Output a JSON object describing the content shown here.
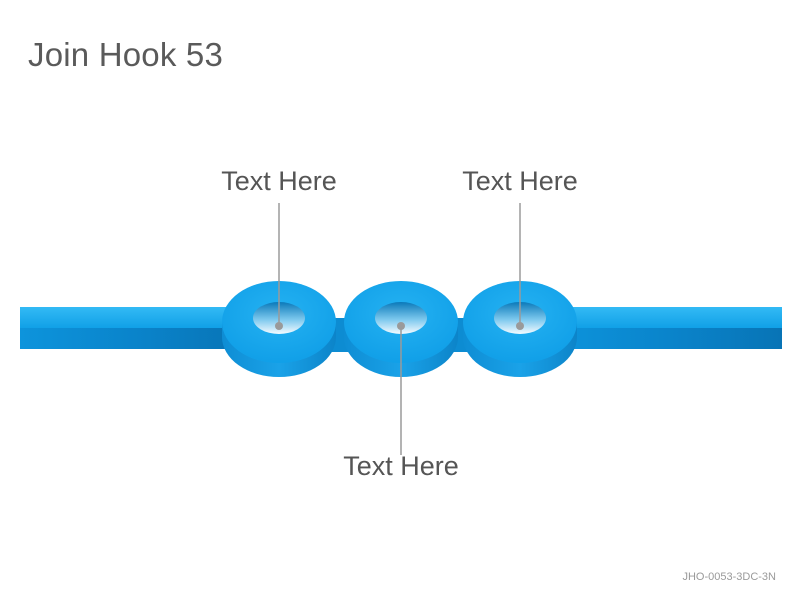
{
  "slide": {
    "title": "Join Hook 53",
    "footer_code": "JHO-0053-3DC-3N"
  },
  "diagram": {
    "colors": {
      "bar_top": "#14a8ee",
      "bar_front": "#0a86cc",
      "ring_top": "#17a9ee",
      "ring_side": "#0d8ad0",
      "callout_line": "#9a9a9a",
      "text": "#555555"
    },
    "callouts": [
      {
        "label": "Text Here",
        "position": "above"
      },
      {
        "label": "Text Here",
        "position": "below"
      },
      {
        "label": "Text Here",
        "position": "above"
      }
    ]
  }
}
